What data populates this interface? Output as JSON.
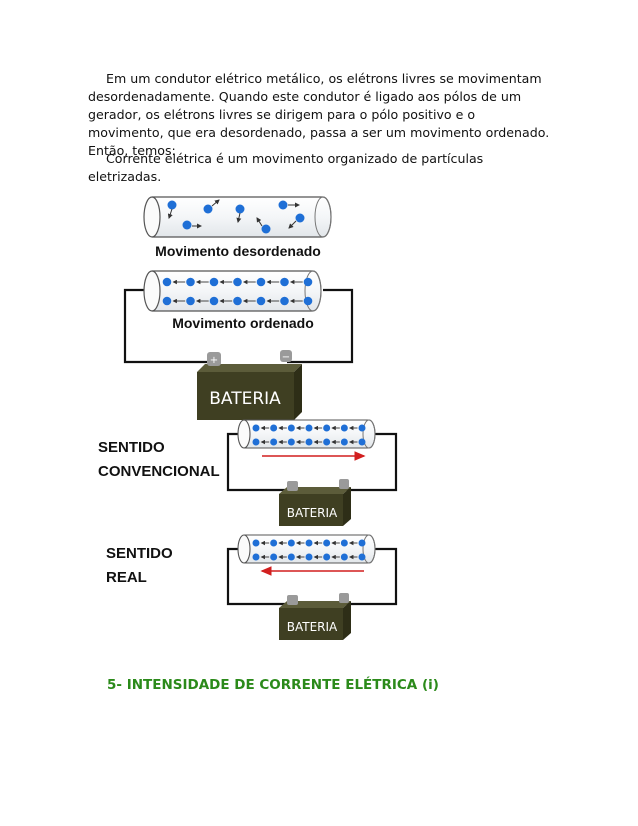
{
  "paragraphs": {
    "p1_lines": [
      "Em um condutor elétrico metálico, os elétrons livres se movimentam",
      "desordenadamente. Quando este condutor é ligado aos pólos de um",
      "gerador, os elétrons livres se dirigem para o pólo positivo e o",
      "movimento, que era desordenado, passa a ser um movimento ordenado.",
      "Então, temos:"
    ],
    "p2_lines": [
      "Corrente elétrica é um movimento organizado de partículas",
      "eletrizadas."
    ]
  },
  "figure": {
    "label_disordered": "Movimento desordenado",
    "label_ordered": "Movimento ordenado",
    "battery_label": "BATERIA",
    "plus_sign": "+",
    "minus_sign": "−",
    "conventional_line1": "SENTIDO",
    "conventional_line2": "CONVENCIONAL",
    "real_line1": "SENTIDO",
    "real_line2": "REAL",
    "colors": {
      "electron": "#1f6fd6",
      "battery": "#3f3f22",
      "arrow_current": "#d21f1f",
      "wire": "#111111"
    }
  },
  "section_heading": "5- INTENSIDADE DE CORRENTE ELÉTRICA (i)"
}
